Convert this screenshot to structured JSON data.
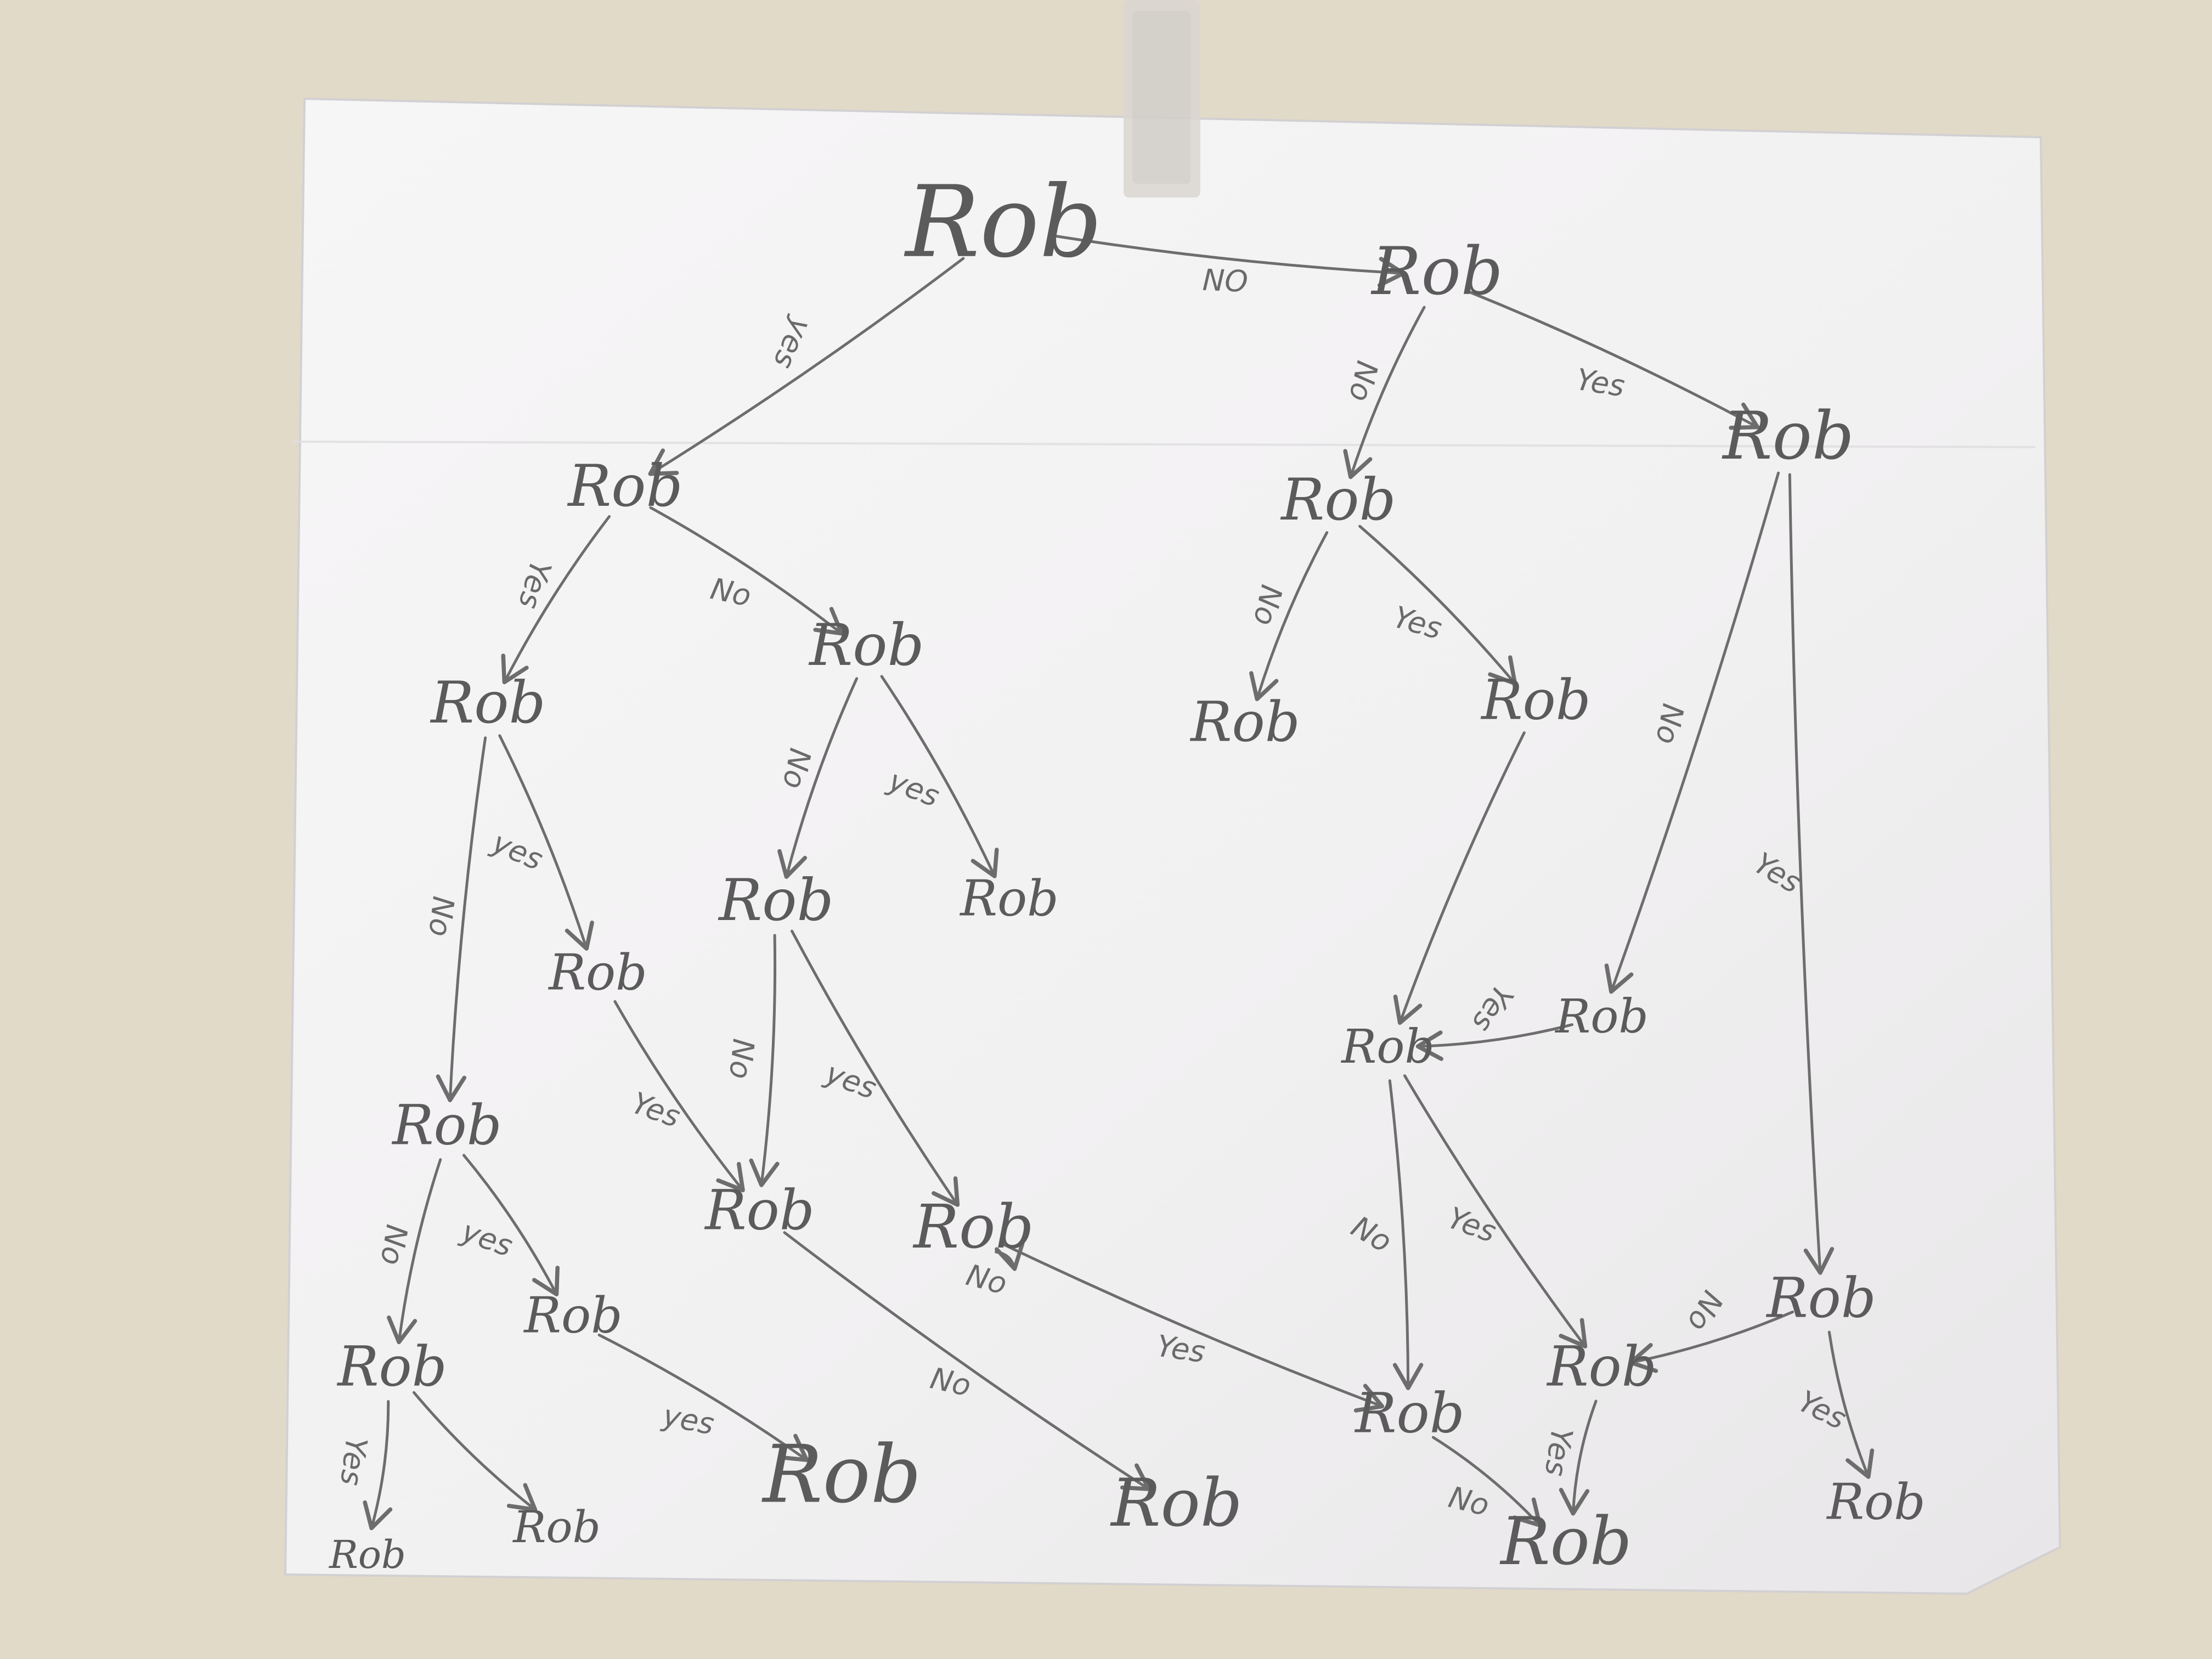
{
  "photo": {
    "wall_color": "#e3dbc9",
    "paper_color": "#f4f3f4",
    "ink_color": "#646464"
  },
  "tree": {
    "nodes": [
      {
        "id": "n0",
        "label": "Rob"
      },
      {
        "id": "n1",
        "label": "Rob"
      },
      {
        "id": "n2",
        "label": "Rob"
      },
      {
        "id": "n3",
        "label": "Rob"
      },
      {
        "id": "n4",
        "label": "Rob"
      },
      {
        "id": "n5",
        "label": "Rob"
      },
      {
        "id": "n6",
        "label": "Rob"
      },
      {
        "id": "n7",
        "label": "Rob"
      },
      {
        "id": "n8",
        "label": "Rob"
      },
      {
        "id": "n9",
        "label": "Rob"
      },
      {
        "id": "n10",
        "label": "Rob"
      },
      {
        "id": "n11",
        "label": "Rob"
      },
      {
        "id": "n12",
        "label": "Rob"
      },
      {
        "id": "n13",
        "label": "Rob"
      },
      {
        "id": "n14",
        "label": "Rob"
      },
      {
        "id": "n15",
        "label": "Rob"
      },
      {
        "id": "n16",
        "label": "Rob"
      },
      {
        "id": "n17",
        "label": "Rob"
      },
      {
        "id": "n18",
        "label": "Rob"
      },
      {
        "id": "n19",
        "label": "Rob"
      },
      {
        "id": "n20",
        "label": "Rob"
      },
      {
        "id": "n21",
        "label": "Rob"
      },
      {
        "id": "n22",
        "label": "Rob"
      },
      {
        "id": "n23",
        "label": "Rob"
      },
      {
        "id": "n24",
        "label": "Rob"
      },
      {
        "id": "n25",
        "label": "Rob"
      },
      {
        "id": "n26",
        "label": "Rob"
      },
      {
        "id": "n27",
        "label": "Rob"
      },
      {
        "id": "n28",
        "label": "Rob"
      },
      {
        "id": "n29",
        "label": "Rob"
      }
    ],
    "edges": [
      {
        "from": "n0",
        "to": "n1",
        "label": "NO"
      },
      {
        "from": "n0",
        "to": "n2",
        "label": "yes"
      },
      {
        "from": "n1",
        "to": "n3",
        "label": "No"
      },
      {
        "from": "n1",
        "to": "n4",
        "label": "Yes"
      },
      {
        "from": "n2",
        "to": "n5",
        "label": "Yes"
      },
      {
        "from": "n2",
        "to": "n6",
        "label": "No"
      },
      {
        "from": "n3",
        "to": "n7",
        "label": "No"
      },
      {
        "from": "n3",
        "to": "n8",
        "label": "Yes"
      },
      {
        "from": "n5",
        "to": "n9",
        "label": "No"
      },
      {
        "from": "n5",
        "to": "n10",
        "label": "yes"
      },
      {
        "from": "n6",
        "to": "n11",
        "label": "No"
      },
      {
        "from": "n6",
        "to": "n12",
        "label": "yes"
      },
      {
        "from": "n8",
        "to": "n13",
        "label": ""
      },
      {
        "from": "n4",
        "to": "n14",
        "label": "No"
      },
      {
        "from": "n4",
        "to": "n15",
        "label": "Yes"
      },
      {
        "from": "n14",
        "to": "n13",
        "label": "Yes"
      },
      {
        "from": "n9",
        "to": "n16",
        "label": "No"
      },
      {
        "from": "n9",
        "to": "n17",
        "label": "yes"
      },
      {
        "from": "n10",
        "to": "n18",
        "label": "Yes"
      },
      {
        "from": "n11",
        "to": "n18",
        "label": "No"
      },
      {
        "from": "n11",
        "to": "n19",
        "label": "yes"
      },
      {
        "from": "n13",
        "to": "n20",
        "label": "No"
      },
      {
        "from": "n13",
        "to": "n21",
        "label": "Yes"
      },
      {
        "from": "n15",
        "to": "n21",
        "label": "No"
      },
      {
        "from": "n15",
        "to": "n22",
        "label": "Yes"
      },
      {
        "from": "n16",
        "to": "n23",
        "label": "Yes"
      },
      {
        "from": "n16",
        "to": "n24",
        "label": ""
      },
      {
        "from": "n17",
        "to": "n25",
        "label": "yes"
      },
      {
        "from": "n18",
        "to": "n26",
        "label": "No"
      },
      {
        "from": "n19",
        "to": "n27",
        "label": "No"
      },
      {
        "from": "n19",
        "to": "n20",
        "label": "Yes"
      },
      {
        "from": "n20",
        "to": "n28",
        "label": "No"
      },
      {
        "from": "n21",
        "to": "n28",
        "label": "Yes"
      }
    ]
  }
}
